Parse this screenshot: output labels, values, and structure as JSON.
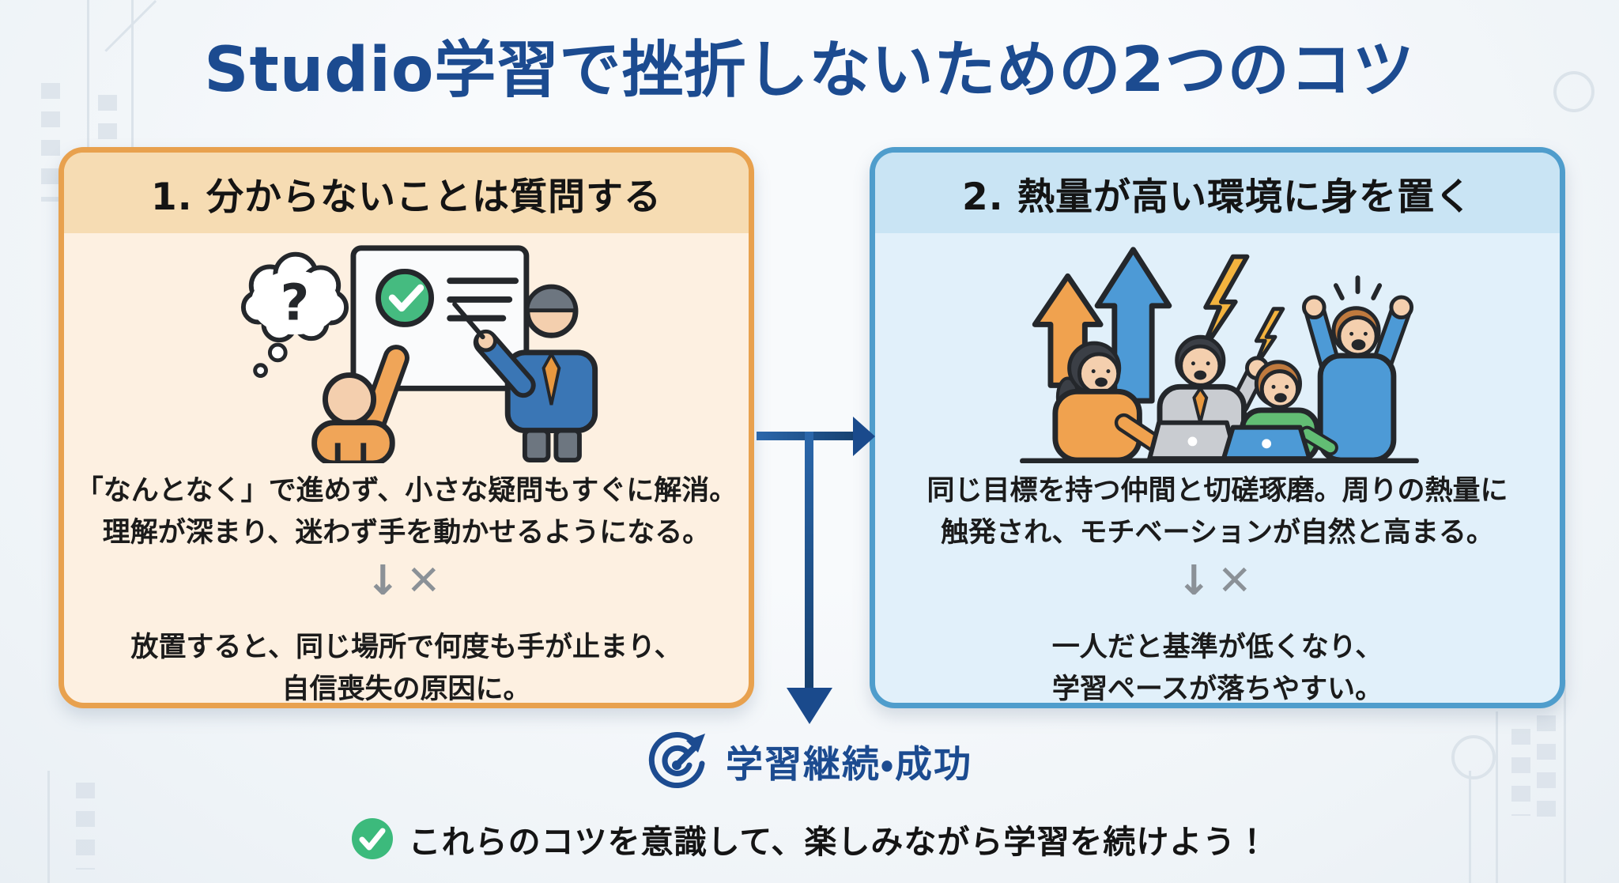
{
  "title": "Studio学習で挫折しないための2つのコツ",
  "cards": {
    "left": {
      "heading": "1. 分からないことは質問する",
      "description_line1": "「なんとなく」で進めず、小さな疑問もすぐに解消。",
      "description_line2": "理解が深まり、迷わず手を動かせるようになる。",
      "divider_mark": "↓✕",
      "risk_line1": "放置すると、同じ場所で何度も手が止まり、",
      "risk_line2": "自信喪失の原因に。",
      "illustration": "student-question-teacher-illustration"
    },
    "right": {
      "heading": "2. 熱量が高い環境に身を置く",
      "description_line1": "同じ目標を持つ仲間と切磋琢磨。周りの熱量に",
      "description_line2": "触発され、モチベーションが自然と高まる。",
      "divider_mark": "↓✕",
      "risk_line1": "一人だと基準が低くなり、",
      "risk_line2": "学習ペースが落ちやすい。",
      "illustration": "team-energy-illustration"
    }
  },
  "flow": {
    "result_label": "学習継続・成功",
    "result_icon": "target-arrow-icon"
  },
  "footer": {
    "icon": "check-circle-icon",
    "message": "これらのコツを意識して、楽しみながら学習を続けよう！"
  },
  "colors": {
    "title_blue": "#1c4b90",
    "arrow_blue": "#1a4a8c",
    "left_border": "#e8a14e",
    "left_header_bg": "#f6dcb3",
    "left_body_bg": "#fdf0e1",
    "right_border": "#4f9dcc",
    "right_header_bg": "#c9e4f4",
    "right_body_bg": "#e1f0fa",
    "divider_gray": "#8b9197",
    "check_green": "#3cba7c",
    "text_black": "#1b1b1b"
  }
}
